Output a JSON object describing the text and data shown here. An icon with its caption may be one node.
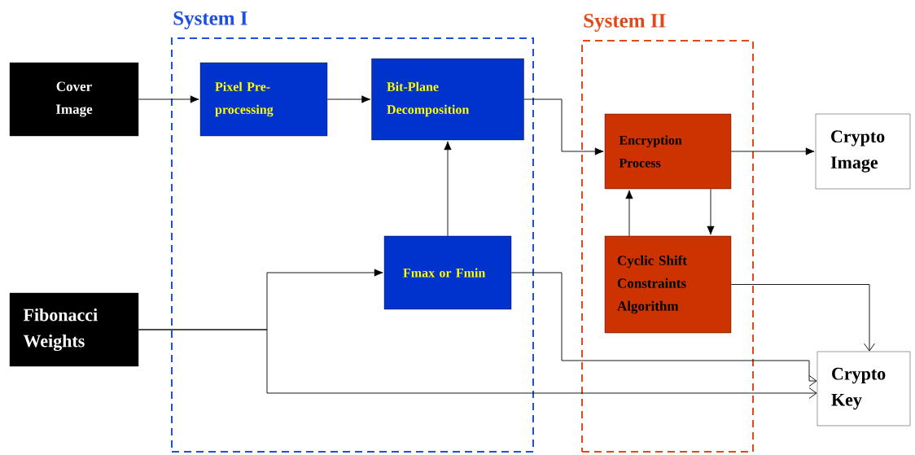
{
  "diagram": {
    "nodes": [
      {
        "text": [
          "System I"
        ]
      },
      {
        "text": [
          "Cover Image"
        ]
      },
      {
        "text": [
          "Pixel Pre-processing"
        ],
        "in": 0
      },
      {
        "text": [
          "Bit-Plane Decomposition"
        ],
        "in": 0
      },
      {
        "text": [
          "Fmax or Fmin"
        ],
        "in": 0
      },
      {
        "text": [
          "Fibonacci Weights"
        ]
      },
      {
        "text": [
          "System II"
        ]
      },
      {
        "text": [
          "Encryption Process"
        ],
        "in": 6
      },
      {
        "text": [
          "Cyclic Shift Constraints Algorithm"
        ],
        "in": 6
      },
      {
        "text": [
          "Crypto Image"
        ]
      },
      {
        "text": [
          "Crypto Key"
        ]
      }
    ],
    "edges": [
      {
        "from": 1,
        "to": 2,
        "arrow": "to"
      },
      {
        "from": 2,
        "to": 3,
        "arrow": "to"
      },
      {
        "from": 3,
        "to": 7,
        "arrow": "to"
      },
      {
        "from": 4,
        "to": 3,
        "arrow": "to"
      },
      {
        "from": 5,
        "to": 4,
        "arrow": "to"
      },
      {
        "from": 5,
        "to": 10,
        "arrow": "to"
      },
      {
        "from": 4,
        "to": 10,
        "arrow": "to"
      },
      {
        "from": 7,
        "to": 9,
        "arrow": "to"
      },
      {
        "from": 7,
        "to": 8,
        "arrow": "to"
      },
      {
        "from": 8,
        "to": 7,
        "arrow": "to"
      },
      {
        "from": 8,
        "to": 10,
        "arrow": "to"
      }
    ]
  }
}
